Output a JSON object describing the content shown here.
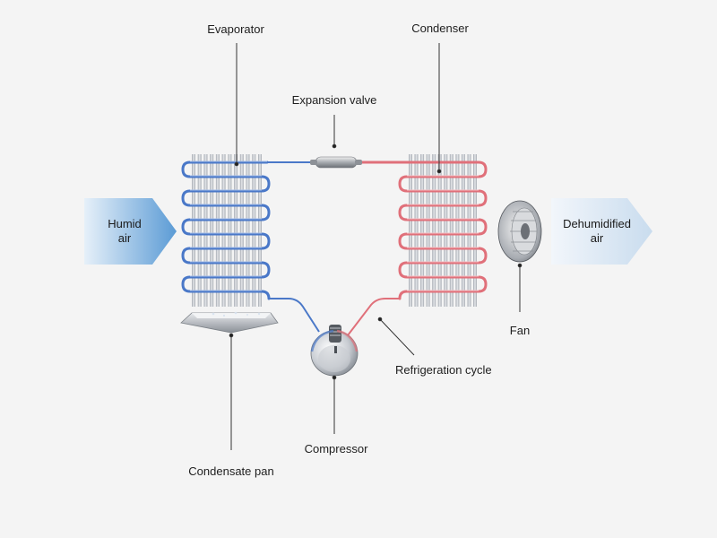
{
  "labels": {
    "evaporator": "Evaporator",
    "condenser": "Condenser",
    "expansion_valve": "Expansion valve",
    "fan": "Fan",
    "refrigeration_cycle": "Refrigeration cycle",
    "compressor": "Compressor",
    "condensate_pan": "Condensate pan"
  },
  "arrows": {
    "inlet": "Humid\nair",
    "outlet": "Dehumidified\nair"
  },
  "colors": {
    "background": "#f4f4f4",
    "cold_pipe": "#4a78c8",
    "hot_pipe": "#e0707a",
    "fin": "#b8bcc2",
    "inlet_arrow": "#5b9bd5",
    "outlet_arrow": "#dbe8f4",
    "leader_line": "#333333"
  }
}
